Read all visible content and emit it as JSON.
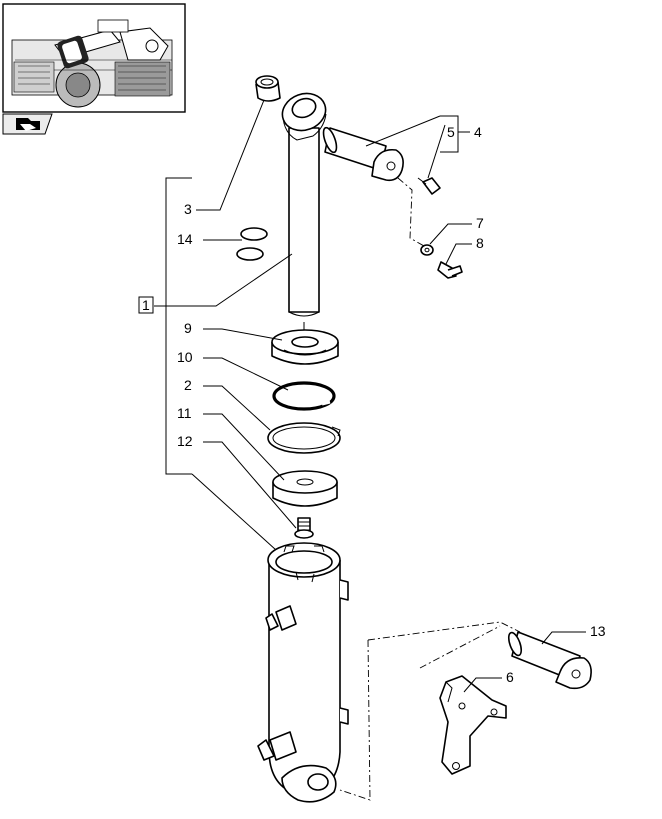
{
  "thumbnail": {
    "icon": "tractor-lift-mechanism-thumbnail"
  },
  "nav_button": {
    "icon": "open-folder-hand-icon"
  },
  "callouts": {
    "c1": "1",
    "c2": "2",
    "c3": "3",
    "c4": "4",
    "c5": "5",
    "c6": "6",
    "c7": "7",
    "c8": "8",
    "c9": "9",
    "c10": "10",
    "c11": "11",
    "c12": "12",
    "c13": "13",
    "c14": "14"
  }
}
